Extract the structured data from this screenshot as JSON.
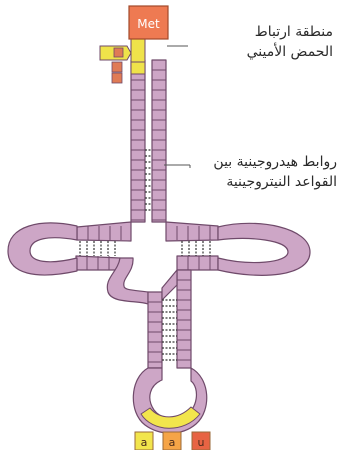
{
  "molecule": {
    "amino_acid_label": "Met",
    "label_amino_acid_site": [
      "منطقة ارتباط",
      "الحمض الأميني"
    ],
    "label_hydrogen_bonds": [
      "روابط هيدروجينية بين",
      "القواعد النيتروجينية"
    ],
    "anticodon_letters": [
      "a",
      "a",
      "u"
    ]
  },
  "colors": {
    "strand_fill": "#cda6c6",
    "strand_border": "#6f4a6a",
    "acceptor_fill": "#efe34a",
    "met_fill": "#ee7a52",
    "cca_fill": "#e07b55",
    "anticodon_yellow": "#f2e54c",
    "anticodon_orange": "#f5a447",
    "anticodon_red": "#e76443"
  }
}
